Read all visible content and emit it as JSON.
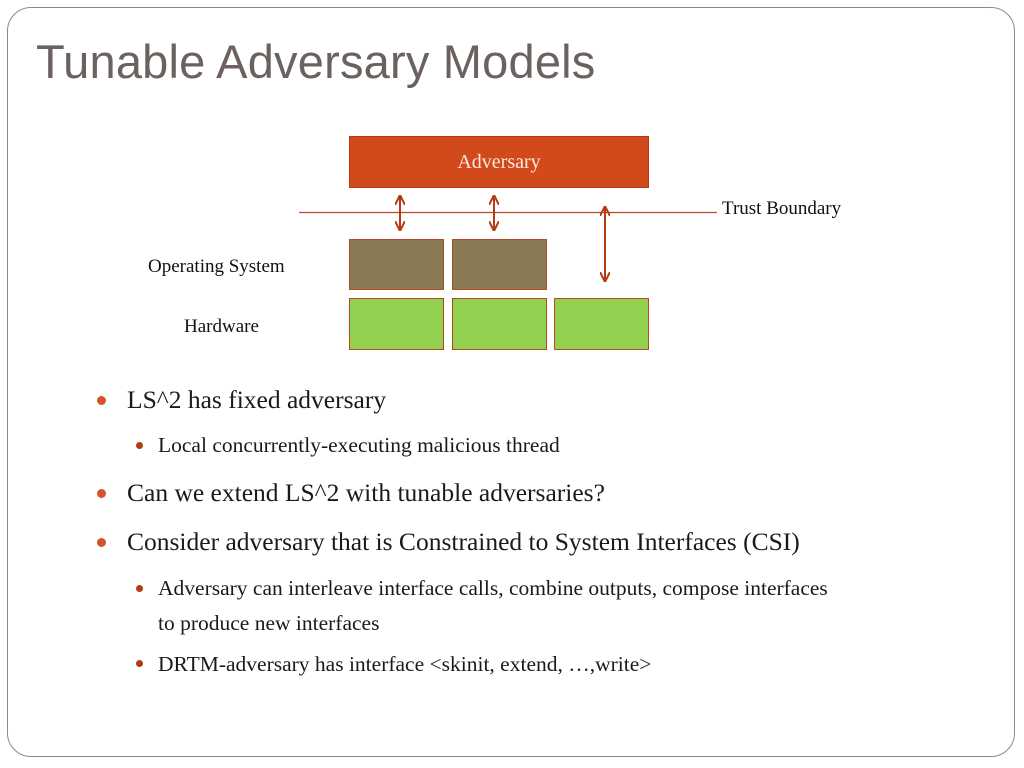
{
  "slide": {
    "title": "Tunable Adversary Models"
  },
  "diagram": {
    "adversary_label": "Adversary",
    "trust_boundary_label": "Trust Boundary",
    "os_label": "Operating System",
    "hardware_label": "Hardware",
    "colors": {
      "adversary": "#d2491c",
      "operating_system": "#8a7a55",
      "hardware": "#92d050",
      "arrow": "#b43a14"
    }
  },
  "bullets": [
    {
      "text": "LS^2 has fixed adversary",
      "sub": [
        {
          "text": "Local concurrently-executing malicious thread"
        }
      ]
    },
    {
      "text": "Can we extend LS^2 with tunable adversaries?",
      "sub": []
    },
    {
      "text": "Consider adversary that is Constrained to System Interfaces (CSI)",
      "sub": [
        {
          "line1": "Adversary can interleave interface calls, combine outputs, compose interfaces",
          "line2": "to produce new interfaces"
        },
        {
          "text": "DRTM-adversary has interface <skinit, extend, …,write>"
        }
      ]
    }
  ]
}
